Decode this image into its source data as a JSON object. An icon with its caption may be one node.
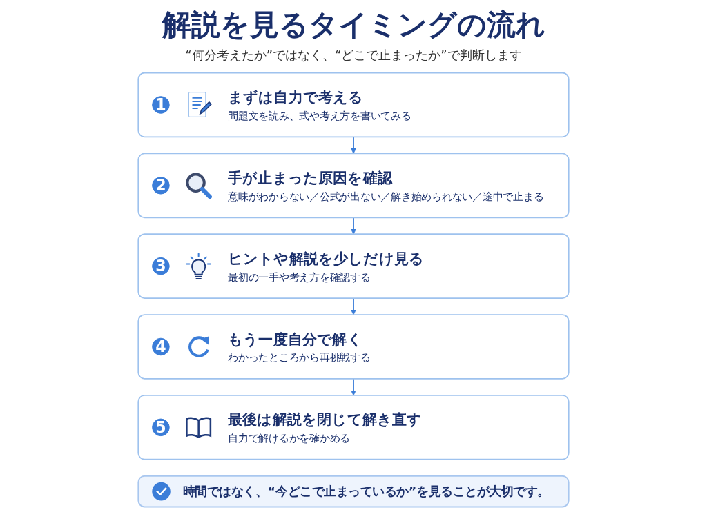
{
  "diagram": {
    "title": "解説を見るタイミングの流れ",
    "nodes": [
      {
        "text": [
          "まずは自力で考える",
          "問題文を読み、式や考え方を書いてみる"
        ]
      },
      {
        "text": [
          "1"
        ],
        "in": 0
      },
      {
        "text": [
          "手が止まった原因を確認",
          "意味がわからない／公式が出ない／解き始められない／途中で止まる"
        ]
      },
      {
        "text": [
          "2"
        ],
        "in": 2
      },
      {
        "text": [
          "ヒントや解説を少しだけ見る",
          "最初の一手や考え方を確認する"
        ]
      },
      {
        "text": [
          "3"
        ],
        "in": 4
      },
      {
        "text": [
          "もう一度自分で解く",
          "わかったところから再挑戦する"
        ]
      },
      {
        "text": [
          "4"
        ],
        "in": 6
      },
      {
        "text": [
          "最後は解説を閉じて解き直す",
          "自力で解けるかを確かめる"
        ]
      },
      {
        "text": [
          "5"
        ],
        "in": 8
      },
      {
        "text": [
          "時間ではなく、“今どこで止まっているか”を見ることが大切です。"
        ]
      }
    ],
    "edges": [
      {
        "from": 0,
        "to": 2,
        "arrow": "to"
      },
      {
        "from": 2,
        "to": 4,
        "arrow": "to"
      },
      {
        "from": 4,
        "to": 6,
        "arrow": "to"
      },
      {
        "from": 6,
        "to": 8,
        "arrow": "to"
      }
    ],
    "labels": [
      "“何分考えたか”ではなく、“どこで止まったか”で判断します"
    ]
  }
}
